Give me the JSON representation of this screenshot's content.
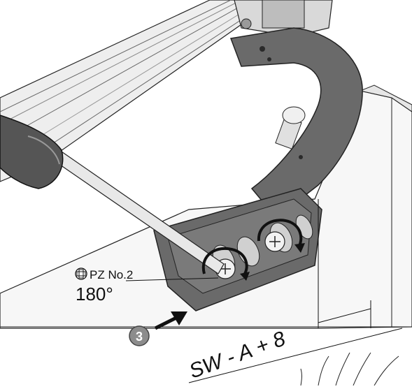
{
  "step": {
    "number": "3"
  },
  "screw": {
    "bit_type": "PZ No.2",
    "rotation": "180°"
  },
  "dimension": {
    "label": "SW - A + 8"
  },
  "colors": {
    "bracket": "#6a6a6a",
    "bracket_dark": "#3e3e3e",
    "surface": "#f4f4f4",
    "badge": "#8c8c8c",
    "line": "#111111"
  },
  "icons": {
    "step_arrow": "arrow-right-icon",
    "rotation": "rotate-arrow-icon",
    "bit": "phillips-cross-icon"
  }
}
